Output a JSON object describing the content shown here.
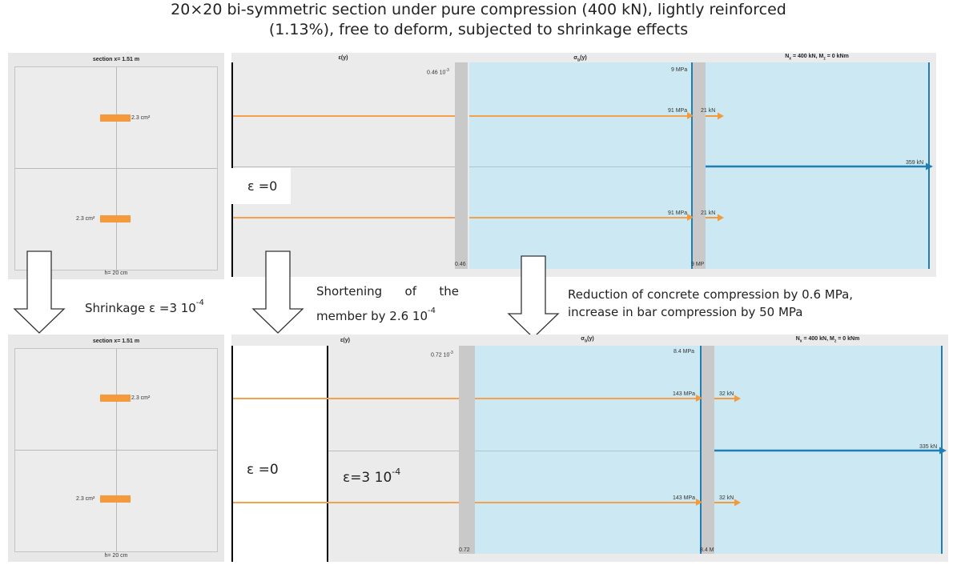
{
  "title_line1": "20×20 bi-symmetric section under pure compression (400 kN), lightly reinforced",
  "title_line2": "(1.13%), free to deform, subjected to shrinkage effects",
  "colors": {
    "steel_bar": "#f59a3c",
    "concrete_stress": "#cce9f3",
    "resultant_arrow": "#1f7fb5",
    "panel_bg": "#ebebeb"
  },
  "top": {
    "section_title": "section x= 1.51 m",
    "bar_top_label": "2.3 cm²",
    "bar_bottom_label": "2.3 cm²",
    "section_height": "h= 20 cm",
    "strain_title": "ε(y)",
    "strain_top_value": "0.46 10",
    "strain_top_exp": "-3",
    "strain_bottom_value": "0.46",
    "strain_zero_label": "ε =0",
    "stress_title": "σ",
    "stress_title_sub": "b",
    "stress_title_tail": "(y)",
    "stress_top_value": "9 MPa",
    "stress_bar_top": "91 MPa",
    "stress_bar_bottom": "91 MPa",
    "stress_bottom_value": "9 MP",
    "force_title": "N",
    "force_title_sub1": "x",
    "force_title_mid": " = 400 kN, M",
    "force_title_sub2": "z",
    "force_title_tail": " = 0 kNm",
    "force_bar_top": "21 kN",
    "force_bar_bottom": "21 kN",
    "force_concrete": "359 kN"
  },
  "annotations": {
    "shrinkage": "Shrinkage  ε =3 10",
    "shrinkage_exp": "-4",
    "shortening_words": [
      "Shortening",
      "of",
      "the"
    ],
    "shortening_line2": "member by  2.6 10",
    "shortening_exp": "-4",
    "reduction_line1": "Reduction of concrete compression by 0.6 MPa,",
    "reduction_line2": "increase in bar compression by 50 MPa"
  },
  "bottom": {
    "section_title": "section x= 1.51 m",
    "bar_top_label": "2.3 cm²",
    "bar_bottom_label": "2.3 cm²",
    "section_height": "h= 20 cm",
    "strain_title": "ε(y)",
    "strain_top_value": "0.72 10",
    "strain_top_exp": "-3",
    "strain_bottom_value": "0.72",
    "strain_zero_label": "ε =0",
    "strain_shrink_label": "ε=3 10",
    "strain_shrink_exp": "-4",
    "stress_title": "σ",
    "stress_title_sub": "b",
    "stress_title_tail": "(y)",
    "stress_top_value": "8.4 MPa",
    "stress_bar_top": "143 MPa",
    "stress_bar_bottom": "143 MPa",
    "stress_bottom_value": "8.4 M",
    "force_title": "N",
    "force_title_sub1": "x",
    "force_title_mid": " = 400 kN, M",
    "force_title_sub2": "z",
    "force_title_tail": " = 0 kNm",
    "force_bar_top": "32 kN",
    "force_bar_bottom": "32 kN",
    "force_concrete": "335 kN"
  }
}
